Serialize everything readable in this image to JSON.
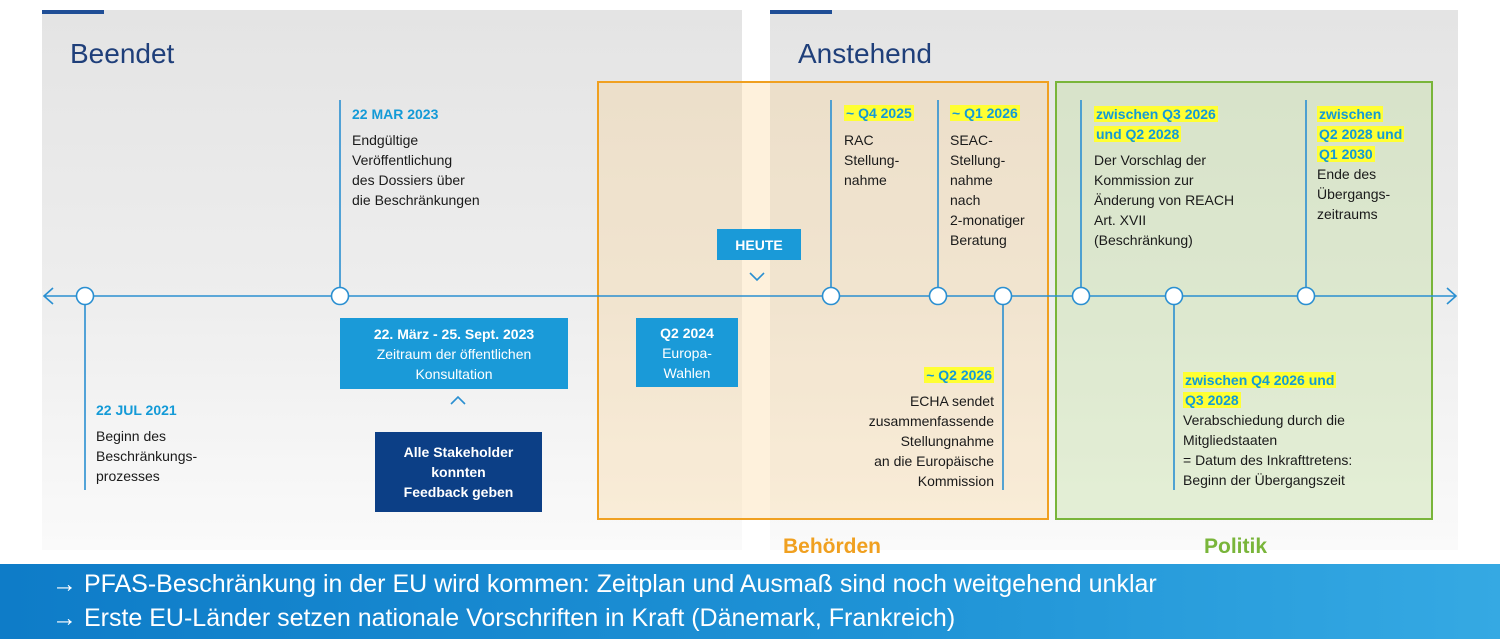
{
  "panels": {
    "left_title": "Beendet",
    "right_title": "Anstehend"
  },
  "events": {
    "e1": {
      "date": "22 JUL 2021",
      "text": [
        "Beginn des",
        "Beschränkungs-",
        "prozesses"
      ]
    },
    "e2": {
      "date": "22 MAR 2023",
      "text": [
        "Endgültige",
        "Veröffentlichung",
        "des Dossiers über",
        "die Beschränkungen"
      ]
    },
    "e3": {
      "date": "~ Q4 2025",
      "text": [
        "RAC",
        "Stellung-",
        "nahme"
      ]
    },
    "e4": {
      "date": "~ Q1 2026",
      "text": [
        "SEAC-",
        "Stellung-",
        "nahme",
        "nach",
        "2-monatiger",
        "Beratung"
      ]
    },
    "e5": {
      "date": "~ Q2 2026",
      "text": [
        "ECHA sendet",
        "zusammenfassende",
        "Stellungnahme",
        "an die Europäische",
        "Kommission"
      ]
    },
    "e6": {
      "date": [
        "zwischen Q3 2026",
        "und Q2 2028"
      ],
      "text": [
        "Der Vorschlag der",
        "Kommission zur",
        "Änderung von REACH",
        "Art. XVII",
        "(Beschränkung)"
      ]
    },
    "e7": {
      "date": [
        "zwischen Q4 2026 und",
        "Q3 2028"
      ],
      "text": [
        "Verabschiedung durch die",
        "Mitgliedstaaten",
        "= Datum des Inkrafttretens:",
        "Beginn der Übergangszeit"
      ]
    },
    "e8": {
      "date": [
        "zwischen",
        "Q2 2028 und",
        "Q1 2030"
      ],
      "text": [
        "Ende des",
        "Übergangs-",
        "zeitraums"
      ]
    }
  },
  "boxes": {
    "consultation": [
      "22. März - 25. Sept. 2023",
      "Zeitraum der öffentlichen",
      "Konsultation"
    ],
    "stakeholder": [
      "Alle Stakeholder",
      "konnten",
      "Feedback geben"
    ],
    "elections": [
      "Q2 2024",
      "Europa-",
      "Wahlen"
    ],
    "today": "HEUTE"
  },
  "regions": {
    "authorities": "Behörden",
    "politics": "Politik"
  },
  "footer": {
    "line1": "→ PFAS-Beschränkung in der EU wird kommen: Zeitplan und Ausmaß sind noch weitgehend unklar",
    "line2": "→ Erste EU-Länder setzen nationale Vorschriften in Kraft (Dänemark, Frankreich)"
  },
  "colors": {
    "timeline": "#2a8fd1",
    "date_blue": "#139ad7",
    "highlight": "#ffff33",
    "box_blue": "#1a9ad8",
    "box_navy": "#0c3f86",
    "authorities": "#f0a020",
    "politics": "#79b53a"
  }
}
